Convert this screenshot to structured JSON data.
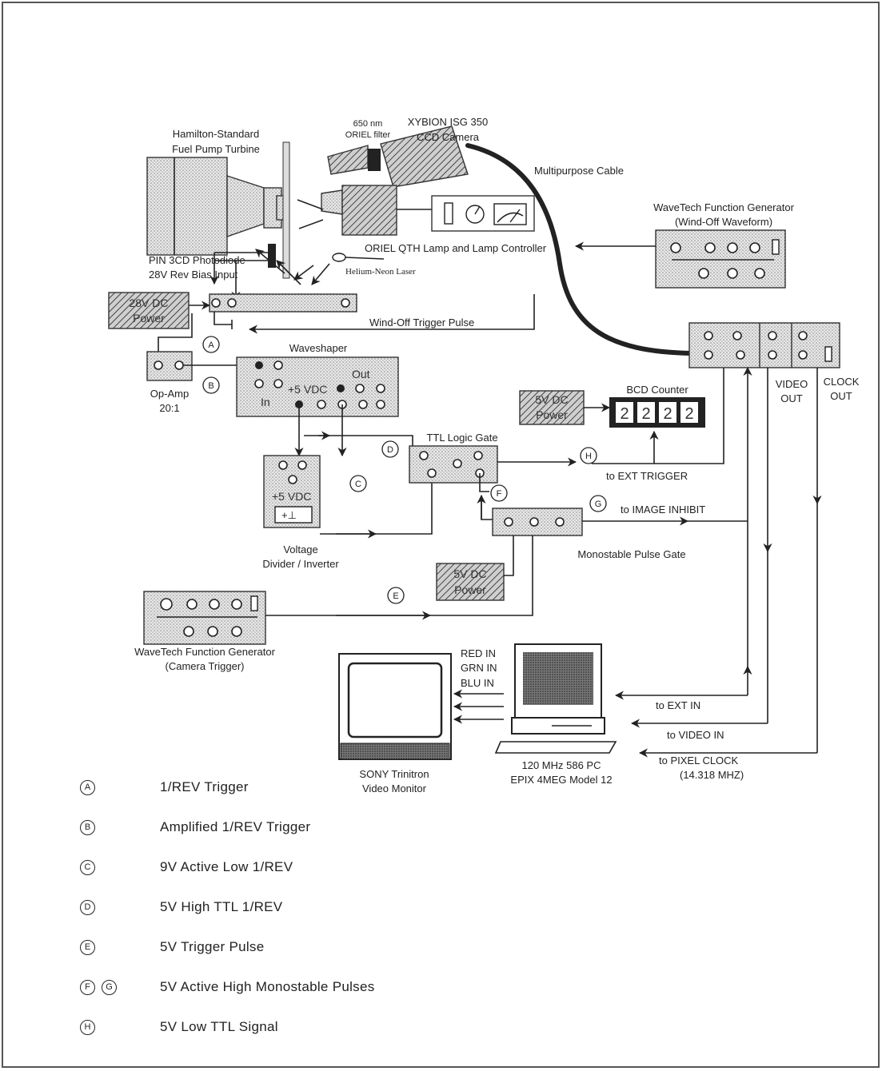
{
  "labels": {
    "turbine": [
      "Hamilton-Standard",
      "Fuel Pump Turbine"
    ],
    "filter": [
      "650 nm",
      "ORIEL filter"
    ],
    "camera": [
      "XYBION ISG 350",
      "CCD Camera"
    ],
    "cable": "Multipurpose Cable",
    "lamp": "ORIEL QTH Lamp and Lamp Controller",
    "laser": "Helium-Neon Laser",
    "photodiode": [
      "PIN 3CD Photodiode",
      "28V Rev Bias Input"
    ],
    "power28": [
      "28V DC",
      "Power"
    ],
    "gen_top": [
      "WaveTech Function Generator",
      "(Wind-Off Waveform)"
    ],
    "windoff_pulse": "Wind-Off Trigger Pulse",
    "waveshaper": "Waveshaper",
    "waveshaper_out": "Out",
    "waveshaper_in": "In",
    "waveshaper_v": "+5 VDC",
    "opamp": [
      "Op-Amp",
      "20:1"
    ],
    "power5_top": [
      "5V DC",
      "Power"
    ],
    "bcd": "BCD Counter",
    "bcd_digits": [
      "2",
      "2",
      "2",
      "2"
    ],
    "video_out": [
      "VIDEO",
      "OUT"
    ],
    "clock_out": [
      "CLOCK",
      "OUT"
    ],
    "ttl_gate": "TTL Logic Gate",
    "ext_trigger": "to EXT TRIGGER",
    "divider_v": "+5 VDC",
    "divider": [
      "Voltage",
      "Divider / Inverter"
    ],
    "image_inhibit": "to IMAGE INHIBIT",
    "mono_gate": "Monostable Pulse Gate",
    "power5_bot": [
      "5V DC",
      "Power"
    ],
    "gen_bot": [
      "WaveTech Function Generator",
      "(Camera Trigger)"
    ],
    "rgb": [
      "RED IN",
      "GRN IN",
      "BLU IN"
    ],
    "ext_in": "to EXT IN",
    "video_in": "to VIDEO IN",
    "pixel_clock": [
      "to PIXEL CLOCK",
      "(14.318 MHZ)"
    ],
    "monitor": [
      "SONY Trinitron",
      "Video Monitor"
    ],
    "pc": [
      "120 MHz 586 PC",
      "EPIX 4MEG Model 12"
    ]
  },
  "markers": {
    "A": "A",
    "B": "B",
    "C": "C",
    "D": "D",
    "E": "E",
    "F": "F",
    "G": "G",
    "H": "H"
  },
  "legend": [
    {
      "marks": [
        "A"
      ],
      "text": "1/REV Trigger"
    },
    {
      "marks": [
        "B"
      ],
      "text": "Amplified 1/REV Trigger"
    },
    {
      "marks": [
        "C"
      ],
      "text": "9V Active Low 1/REV"
    },
    {
      "marks": [
        "D"
      ],
      "text": "5V High TTL 1/REV"
    },
    {
      "marks": [
        "E"
      ],
      "text": "5V Trigger Pulse"
    },
    {
      "marks": [
        "F",
        "G"
      ],
      "text": "5V Active High Monostable Pulses"
    },
    {
      "marks": [
        "H"
      ],
      "text": "5V Low TTL Signal"
    }
  ]
}
